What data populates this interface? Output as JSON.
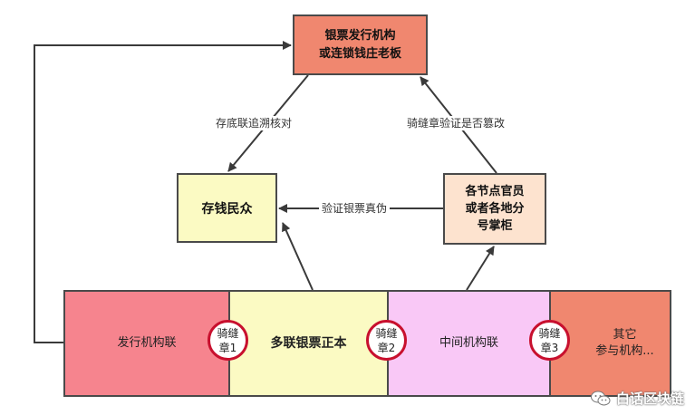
{
  "nodes": {
    "issuer": {
      "line1": "银票发行机构",
      "line2": "或连锁钱庄老板"
    },
    "saver": "存钱民众",
    "official": {
      "line1": "各节点官员",
      "line2": "或者各地分",
      "line3": "号掌柜"
    }
  },
  "edges": {
    "issuer_to_saver": "存底联追溯核对",
    "official_to_issuer": "骑缝章验证是否篡改",
    "official_to_saver": "验证银票真伪"
  },
  "strip": {
    "seg1": "发行机构联",
    "seg2": "多联银票正本",
    "seg3": "中间机构联",
    "seg4": {
      "line1": "其它",
      "line2": "参与机构..."
    }
  },
  "stamps": [
    {
      "line1": "骑缝",
      "line2": "章1"
    },
    {
      "line1": "骑缝",
      "line2": "章2"
    },
    {
      "line1": "骑缝",
      "line2": "章3"
    }
  ],
  "watermark": "白话区块链",
  "colors": {
    "stroke": "#3a3a3a",
    "stamp": "#c8102e"
  }
}
